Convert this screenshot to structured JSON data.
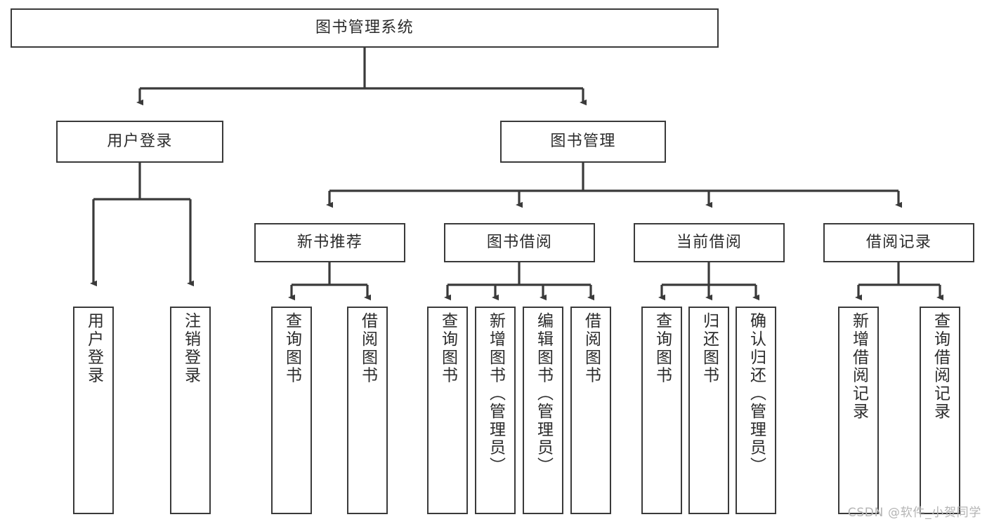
{
  "title": "图书管理系统",
  "watermark": "CSDN @软件_小贺同学",
  "nodes": {
    "root": {
      "label": "图书管理系统"
    },
    "level2": [
      {
        "id": "user-login",
        "label": "用户登录"
      },
      {
        "id": "book-management",
        "label": "图书管理"
      }
    ],
    "level3": [
      {
        "id": "new-book-recommend",
        "label": "新书推荐"
      },
      {
        "id": "book-borrow",
        "label": "图书借阅"
      },
      {
        "id": "current-borrow",
        "label": "当前借阅"
      },
      {
        "id": "borrow-record",
        "label": "借阅记录"
      }
    ],
    "leaves": {
      "user_login": [
        {
          "id": "leaf-user-login",
          "label": "用户登录"
        },
        {
          "id": "leaf-logout-login",
          "label": "注销登录"
        }
      ],
      "new_book_recommend": [
        {
          "id": "leaf-query-book-1",
          "label": "查询图书"
        },
        {
          "id": "leaf-borrow-book-1",
          "label": "借阅图书"
        }
      ],
      "book_borrow": [
        {
          "id": "leaf-query-book-2",
          "label": "查询图书"
        },
        {
          "id": "leaf-add-book",
          "label": "新增图书（管理员）"
        },
        {
          "id": "leaf-edit-book",
          "label": "编辑图书（管理员）"
        },
        {
          "id": "leaf-borrow-book-2",
          "label": "借阅图书"
        }
      ],
      "current_borrow": [
        {
          "id": "leaf-query-book-3",
          "label": "查询图书"
        },
        {
          "id": "leaf-return-book",
          "label": "归还图书"
        },
        {
          "id": "leaf-confirm-return",
          "label": "确认归还（管理员）"
        }
      ],
      "borrow_record": [
        {
          "id": "leaf-add-record",
          "label": "新增借阅记录"
        },
        {
          "id": "leaf-query-record",
          "label": "查询借阅记录"
        }
      ]
    }
  },
  "colors": {
    "stroke": "#3a3a3a",
    "text": "#2b2b2b",
    "background": "#ffffff",
    "watermark": "#b4b4b4"
  }
}
